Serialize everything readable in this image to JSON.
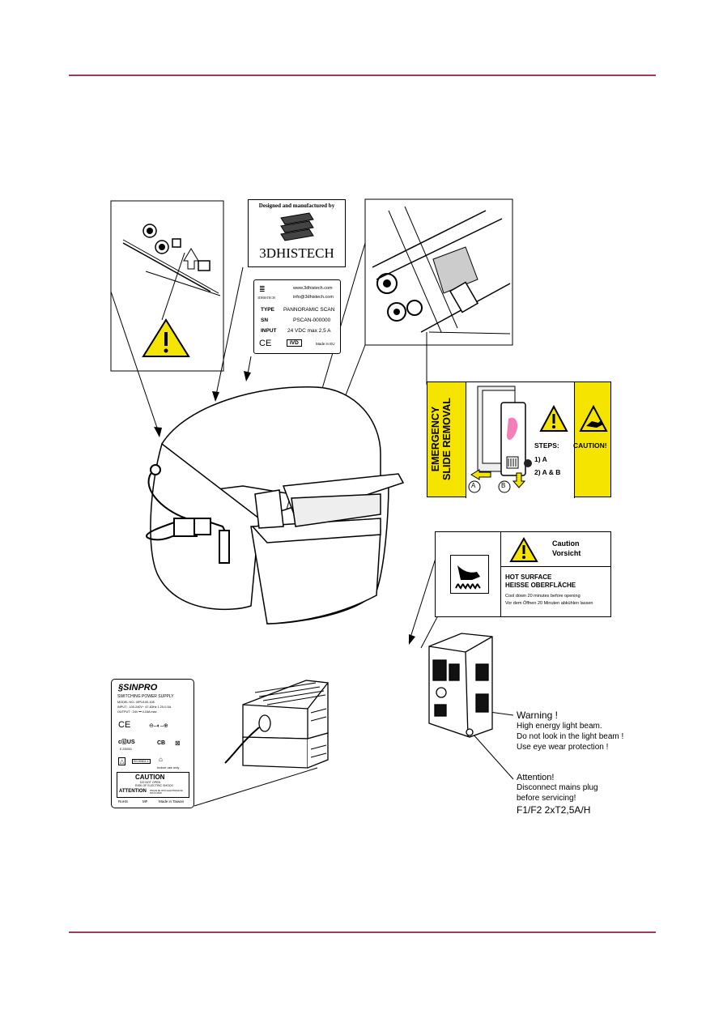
{
  "colors": {
    "rule": "#9b3a5e",
    "warning_yellow": "#f5e400",
    "label_pink": "#f27fb8"
  },
  "manufacturer_label": {
    "heading": "Designed and manufactured by",
    "brand": "3DHISTECH"
  },
  "rating_plate": {
    "web": "www.3dhistech.com",
    "email": "info@3dhistech.com",
    "logo_text": "3DHISTECH",
    "rows": [
      {
        "key": "TYPE",
        "value": "PANNORAMIC SCAN"
      },
      {
        "key": "SN",
        "value": "PSCAN-000000"
      },
      {
        "key": "INPUT",
        "value": "24 VDC max 2,5 A"
      }
    ],
    "ce": "CE",
    "ivd": "IVD",
    "made_in": "Made in EU"
  },
  "emergency_label": {
    "title_line1": "EMERGENCY",
    "title_line2": "SLIDE REMOVAL",
    "steps_heading": "STEPS:",
    "step1": "1) A",
    "step2": "2) A & B",
    "caution": "CAUTION!",
    "marker_a": "A",
    "marker_b": "B"
  },
  "hot_surface_label": {
    "caution_en": "Caution",
    "caution_de": "Vorsicht",
    "hot_en": "HOT SURFACE",
    "hot_de": "HEISSE OBERFLÄCHE",
    "cool_en": "Cool down 20 minutes before opening",
    "cool_de": "Vor dem Öffnen 20 Minuten abkühlen lassen"
  },
  "power_supply_label": {
    "brand": "SINPRO",
    "title": "SWITCHING POWER SUPPLY",
    "model": "MODEL NO.: MPU100-108",
    "input": "INPUT : 100-240V~ 47-63Hz  1.25-0.5A",
    "output": "OUTPUT : 24V ⎓ 4.16A  max",
    "ce": "CE",
    "ul_c": "c",
    "ul_us": "US",
    "cb": "CB",
    "cert_no": "E 230051",
    "en_std": "EN 60601-1",
    "indoor": "Indoor use only",
    "caution_title": "CAUTION",
    "do_not_open": "DO NOT OPEN",
    "shock": "RISK OF ELECTRIC SHOCK",
    "attention": "ATTENTION",
    "attention_fr": "RISQUE DE CHOC ELECTRIQUE NE PAS OUVRIR",
    "footer_rohs": "RoHS",
    "footer_mf": "MF",
    "footer_made": "Made in Taiwan"
  },
  "rear_callouts": {
    "warning_title": "Warning !",
    "warning_line1": "High energy light beam.",
    "warning_line2": "Do not look in the light beam !",
    "warning_line3": "Use eye wear protection !",
    "attention_title": "Attention!",
    "attention_line1": "Disconnect mains plug",
    "attention_line2": "before servicing!",
    "fuse": "F1/F2 2xT2,5A/H"
  }
}
